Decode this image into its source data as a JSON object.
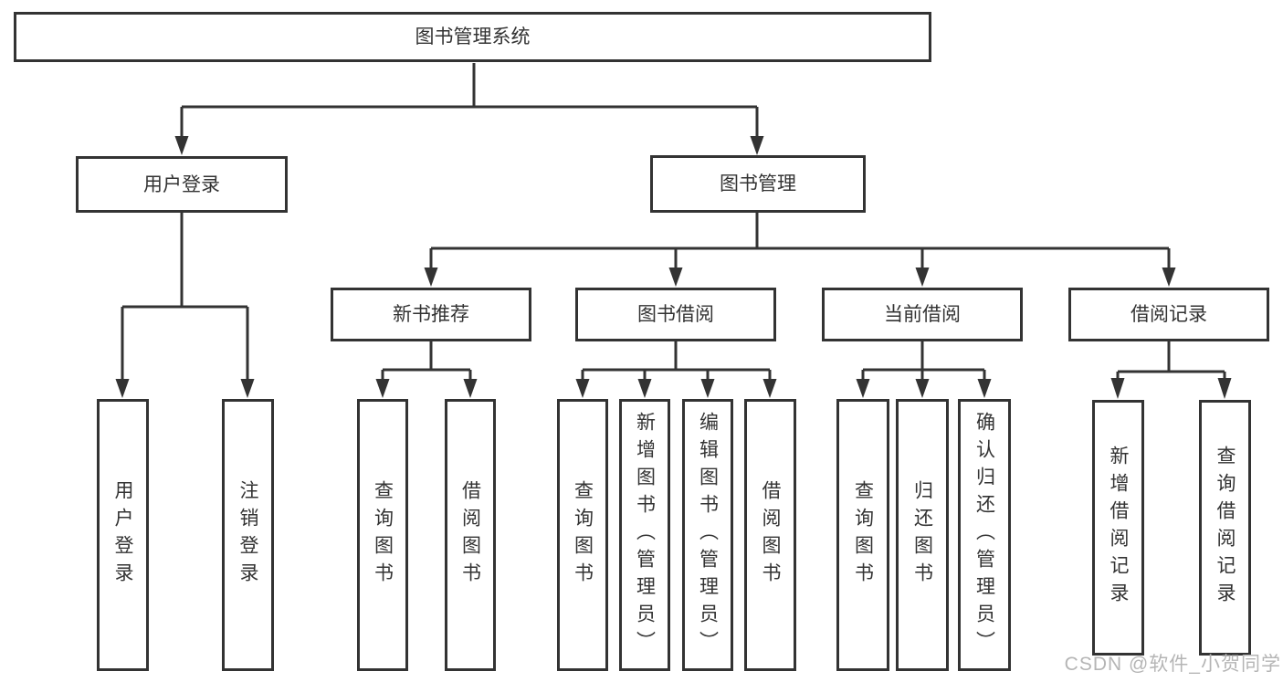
{
  "colors": {
    "line": "#333333",
    "box_border": "#333333",
    "box_background": "#ffffff",
    "text": "#333333",
    "watermark": "#b5b5b5",
    "page_background": "#ffffff"
  },
  "watermark": "CSDN @软件_小贺同学",
  "tree": {
    "root": {
      "label": "图书管理系统"
    },
    "children": [
      {
        "label": "用户登录",
        "children": [
          {
            "label": "用户登录"
          },
          {
            "label": "注销登录"
          }
        ]
      },
      {
        "label": "图书管理",
        "children": [
          {
            "label": "新书推荐",
            "children": [
              {
                "label": "查询图书"
              },
              {
                "label": "借阅图书"
              }
            ]
          },
          {
            "label": "图书借阅",
            "children": [
              {
                "label": "查询图书"
              },
              {
                "label": "新增图书（管理员）"
              },
              {
                "label": "编辑图书（管理员）"
              },
              {
                "label": "借阅图书"
              }
            ]
          },
          {
            "label": "当前借阅",
            "children": [
              {
                "label": "查询图书"
              },
              {
                "label": "归还图书"
              },
              {
                "label": "确认归还（管理员）"
              }
            ]
          },
          {
            "label": "借阅记录",
            "children": [
              {
                "label": "新增借阅记录"
              },
              {
                "label": "查询借阅记录"
              }
            ]
          }
        ]
      }
    ]
  }
}
